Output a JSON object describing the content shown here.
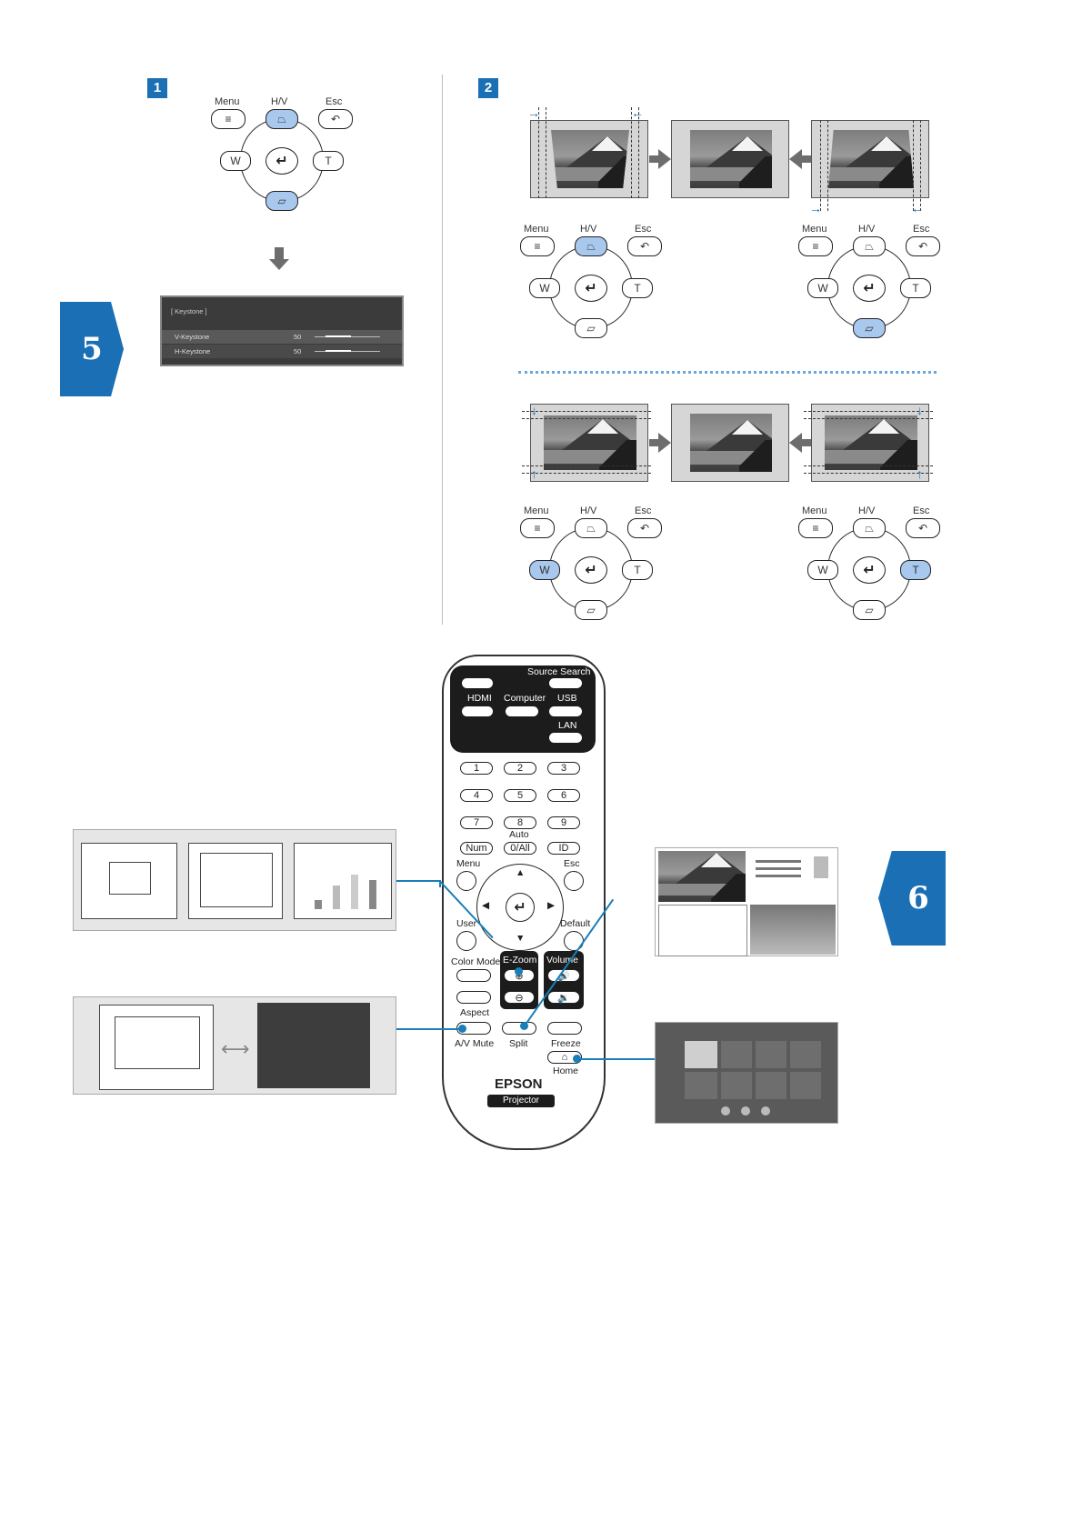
{
  "section1": {
    "step": "1"
  },
  "section2": {
    "step": "2"
  },
  "badges": {
    "five": "5",
    "six": "6"
  },
  "pad_labels": {
    "menu": "Menu",
    "hv": "H/V",
    "esc": "Esc",
    "w": "W",
    "t": "T"
  },
  "keystone_menu": {
    "title": "[ Keystone ]",
    "rows": [
      {
        "label": "V-Keystone",
        "value": "50"
      },
      {
        "label": "H-Keystone",
        "value": "50"
      }
    ]
  },
  "remote": {
    "source_search": "Source Search",
    "hdmi": "HDMI",
    "computer": "Computer",
    "usb": "USB",
    "lan": "LAN",
    "numbers": [
      "1",
      "2",
      "3",
      "4",
      "5",
      "6",
      "7",
      "8",
      "9"
    ],
    "num": "Num",
    "auto": "Auto",
    "zero_all": "0/All",
    "id": "ID",
    "menu": "Menu",
    "esc": "Esc",
    "user": "User",
    "default": "Default",
    "color_mode": "Color Mode",
    "ezoom": "E-Zoom",
    "volume": "Volume",
    "aspect": "Aspect",
    "av_mute": "A/V Mute",
    "split": "Split",
    "freeze": "Freeze",
    "home": "Home",
    "brand": "EPSON",
    "product": "Projector"
  },
  "colors": {
    "accent": "#1a6fb5",
    "highlight": "#a9c8ee"
  }
}
